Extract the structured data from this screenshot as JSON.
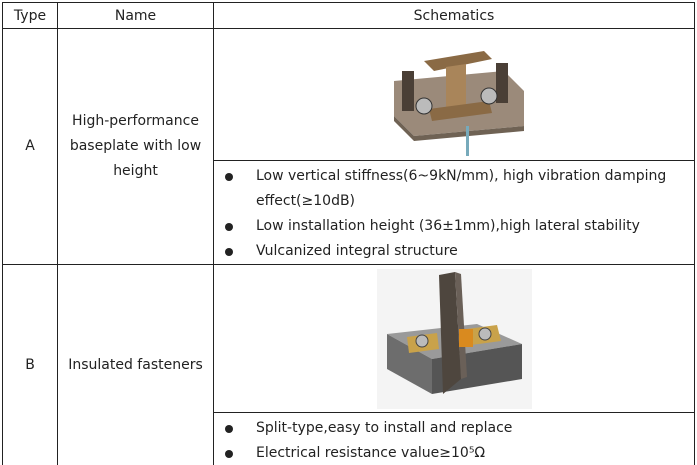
{
  "headers": {
    "type": "Type",
    "name": "Name",
    "schematics": "Schematics"
  },
  "rows": [
    {
      "type": "A",
      "name": "High-performance baseplate with low height",
      "bullets": [
        "Low vertical stiffness(6~9kN/mm), high vibration damping effect(≥10dB)",
        "Low installation height (36±1mm),high lateral stability",
        "Vulcanized integral structure"
      ]
    },
    {
      "type": "B",
      "name": "Insulated fasteners",
      "bullets": [
        "Split-type,easy to install and replace",
        "Electrical resistance value≥10⁵Ω"
      ]
    }
  ]
}
